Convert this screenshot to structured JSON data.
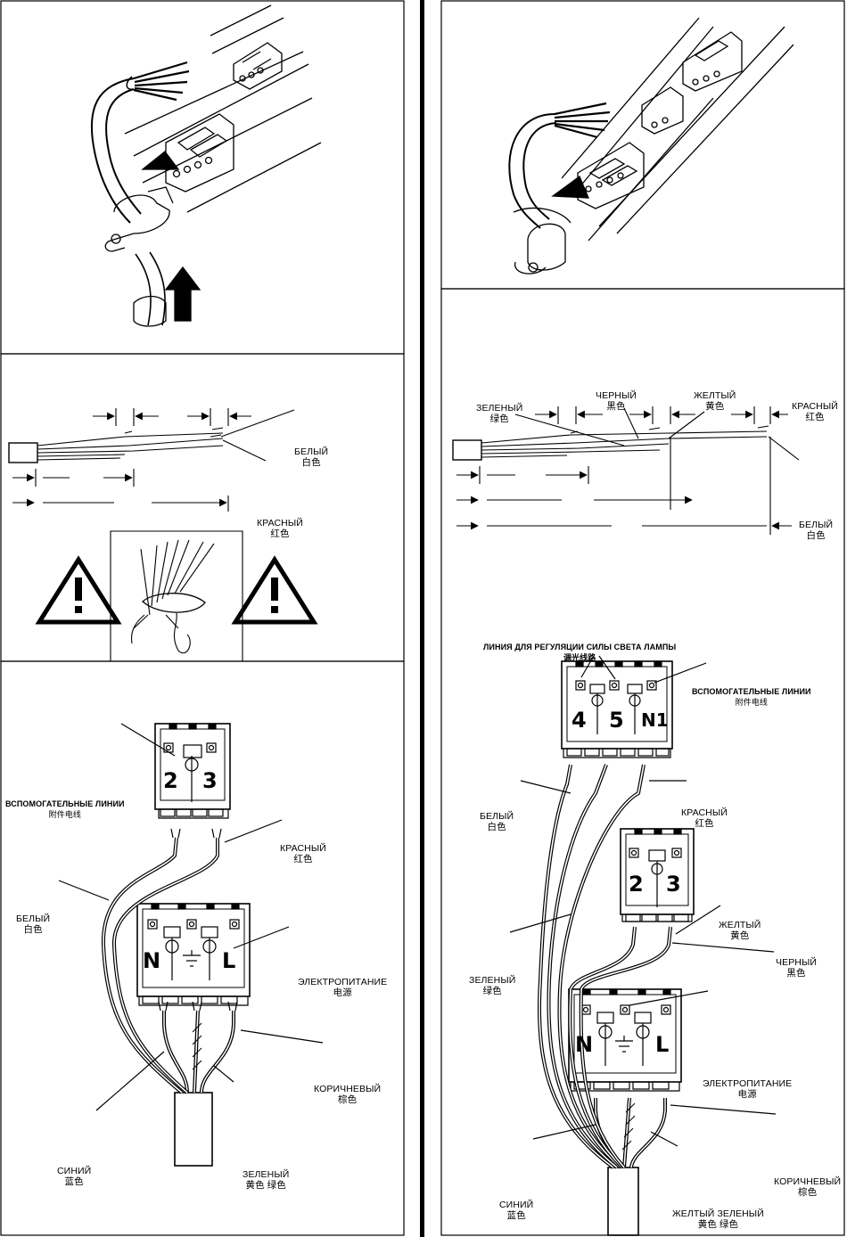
{
  "labels": {
    "white": "БЕЛЫЙ",
    "white_zh": "白色",
    "red": "КРАСНЫЙ",
    "red_zh": "红色",
    "green": "ЗЕЛЕНЫЙ",
    "green_zh": "绿色",
    "black": "ЧЕРНЫЙ",
    "black_zh": "黑色",
    "yellow": "ЖЕЛТЫЙ",
    "yellow_zh": "黄色",
    "blue": "СИНИЙ",
    "blue_zh": "蓝色",
    "brown": "КОРИЧНЕВЫЙ",
    "brown_zh": "棕色",
    "yellow_green_zh": "黄色 绿色",
    "aux_lines": "ВСПОМОГАТЕЛЬНЫЕ ЛИНИИ",
    "aux_lines_zh": "附件电线",
    "power": "ЭЛЕКТРОПИТАНИЕ",
    "power_zh": "电源",
    "dimming_line": "ЛИНИЯ ДЛЯ РЕГУЛЯЦИИ СИЛЫ СВЕТА ЛАМПЫ",
    "dimming_line_zh": "调光线路"
  },
  "terminals": {
    "aux_left": [
      "2",
      "3"
    ],
    "mains_left": [
      "N",
      "L"
    ],
    "dim_right": [
      "4",
      "5",
      "N1"
    ],
    "aux_right": [
      "2",
      "3"
    ],
    "mains_right": [
      "N",
      "L"
    ]
  }
}
